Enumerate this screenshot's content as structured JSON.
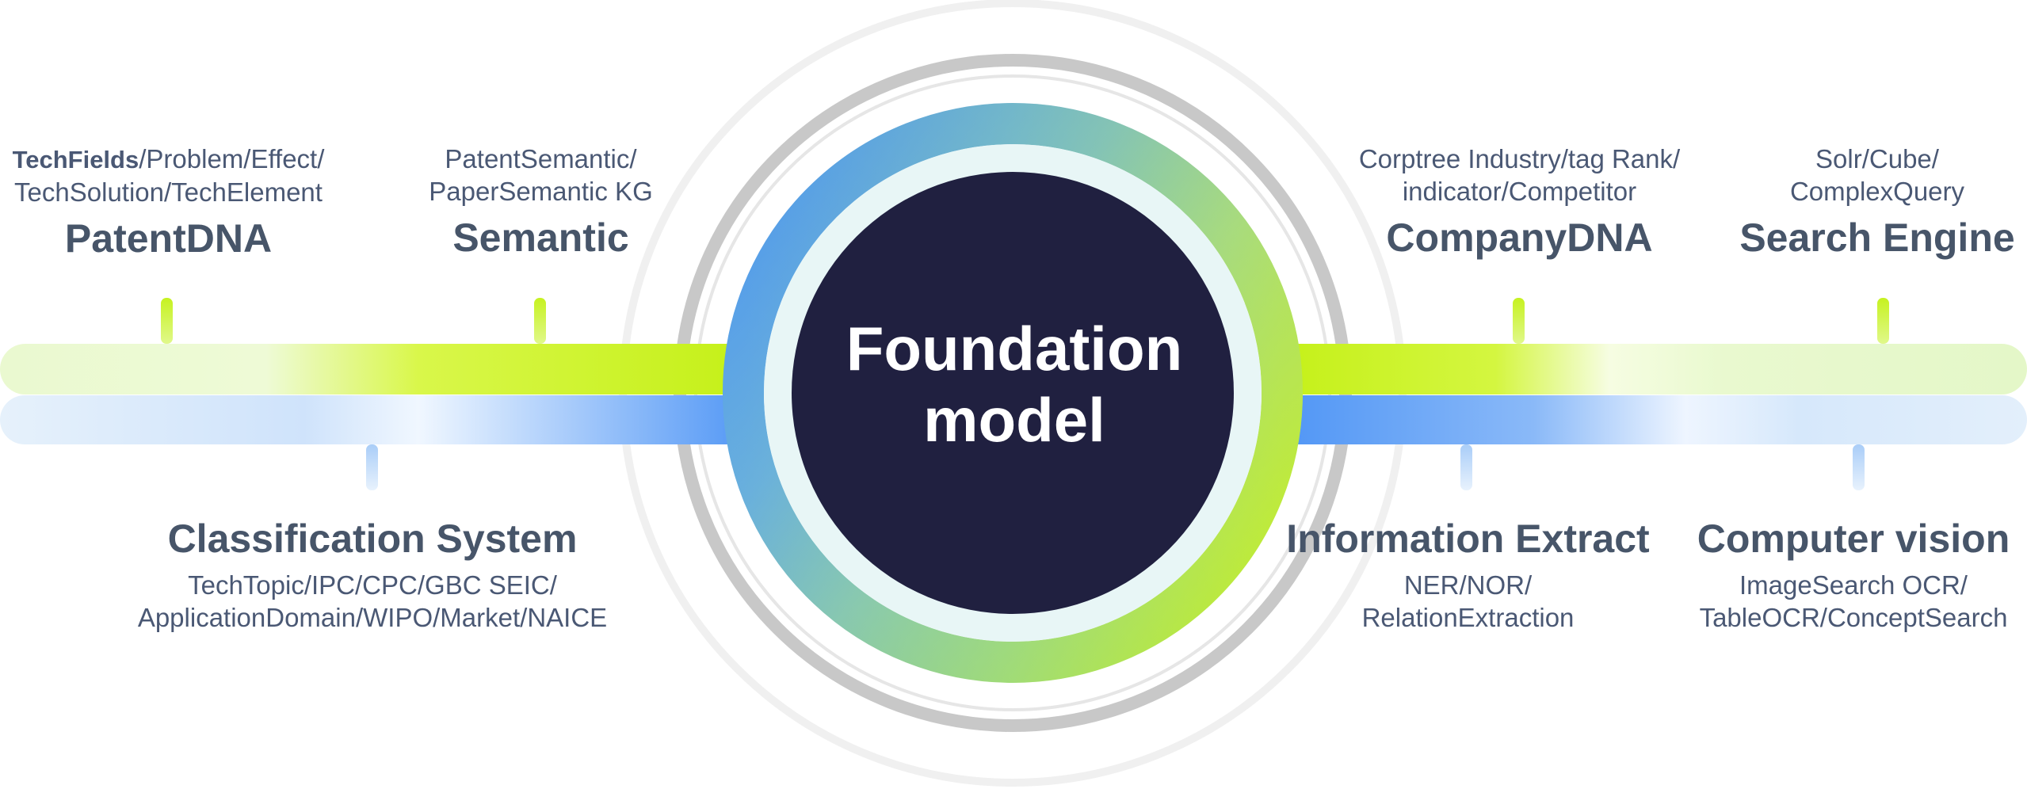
{
  "center": {
    "line1": "Foundation",
    "line2": "model"
  },
  "top_nodes": [
    {
      "title": "PatentDNA",
      "desc_line1_bold": "TechFields",
      "desc_line1": "/Problem/Effect/",
      "desc_line2": "TechSolution/TechElement"
    },
    {
      "title": "Semantic",
      "desc_line1": "PatentSemantic/",
      "desc_line2": "PaperSemantic KG"
    },
    {
      "title": "CompanyDNA",
      "desc_line1": "Corptree Industry/tag Rank/",
      "desc_line2": "indicator/Competitor"
    },
    {
      "title": "Search Engine",
      "desc_line1": "Solr/Cube/",
      "desc_line2": "ComplexQuery"
    }
  ],
  "bottom_nodes": [
    {
      "title": "Classification System",
      "desc_line1": "TechTopic/IPC/CPC/GBC SEIC/",
      "desc_line2": "ApplicationDomain/WIPO/Market/NAICE"
    },
    {
      "title": "Information Extract",
      "desc_line1": "NER/NOR/",
      "desc_line2": "RelationExtraction"
    },
    {
      "title": "Computer vision",
      "desc_line1": "ImageSearch OCR/",
      "desc_line2": "TableOCR/ConceptSearch"
    }
  ],
  "colors": {
    "core": "#202040",
    "green": "#c8f31c",
    "blue": "#5a9ef7",
    "title_text": "#475569",
    "desc_text": "#4a5874"
  }
}
